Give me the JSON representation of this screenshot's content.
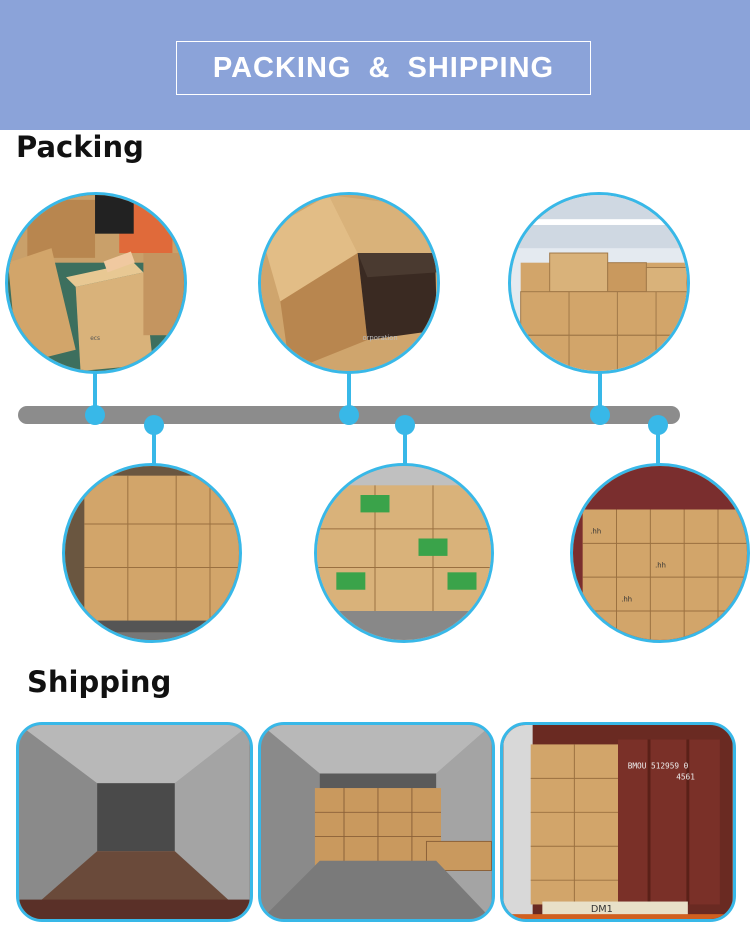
{
  "banner": {
    "title": "PACKING & SHIPPING"
  },
  "sections": {
    "packing": "Packing",
    "shipping": "Shipping"
  },
  "colors": {
    "banner": "#8ba3d9",
    "accent": "#38b8e8",
    "timeline": "#8c8c8c",
    "box": "#d2a56a"
  },
  "box_text": {
    "brand": ".hh",
    "container_code": "BMOU 512959 0",
    "container_sub": "4561",
    "plate": "DM1"
  }
}
